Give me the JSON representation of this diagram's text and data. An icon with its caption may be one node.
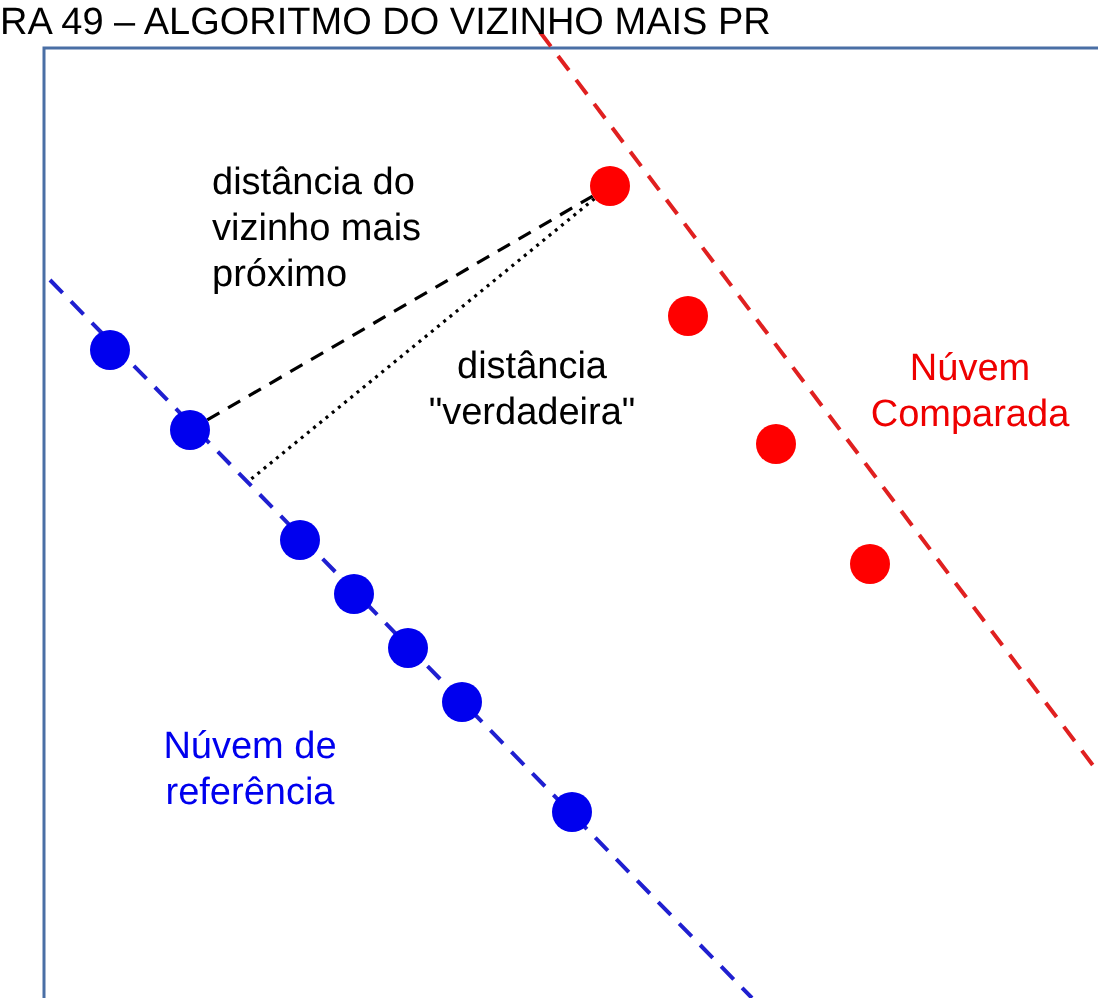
{
  "diagram": {
    "title": "RA 49 – ALGORITMO DO VIZINHO MAIS PR",
    "nodes": [
      {
        "text": [],
        "shape": "circle"
      },
      {
        "text": [],
        "shape": "circle"
      },
      {
        "text": [],
        "shape": "circle"
      },
      {
        "text": [],
        "shape": "circle"
      },
      {
        "text": [],
        "shape": "circle"
      },
      {
        "text": [],
        "shape": "circle"
      },
      {
        "text": [],
        "shape": "circle"
      },
      {
        "text": [],
        "shape": "circle"
      },
      {
        "text": [],
        "shape": "circle"
      },
      {
        "text": [],
        "shape": "circle"
      },
      {
        "text": [],
        "shape": "circle"
      }
    ],
    "edges": [
      {
        "from": 3,
        "to": 0,
        "arrow": "none",
        "style": "dashed",
        "label": "distância do vizinho mais próximo"
      },
      {
        "from": 0,
        "to": null,
        "arrow": "none",
        "style": "dashed",
        "label": "distância \"verdadeira\""
      }
    ],
    "labels": [
      "Núvem Comparada",
      "Núvem de referência"
    ]
  }
}
